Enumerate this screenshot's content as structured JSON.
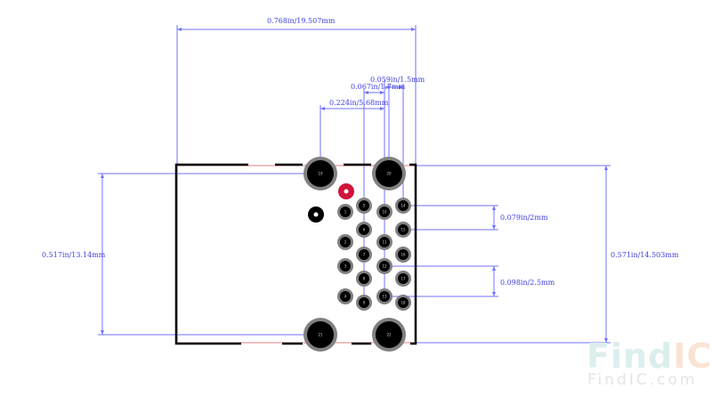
{
  "dimensions": {
    "top_width": "0.768in/19.507mm",
    "pitch_1p5": "0.059in/1.5mm",
    "pitch_1p7": "0.067in/1.7mm",
    "offset_5p68": "0.224in/5.68mm",
    "right_2mm": "0.079in/2mm",
    "right_2p5mm": "0.098in/2.5mm",
    "left_height": "0.517in/13.14mm",
    "right_height": "0.571in/14.503mm"
  },
  "pads": {
    "mount": [
      {
        "label": "19",
        "pos": "top-left"
      },
      {
        "label": "20",
        "pos": "top-right"
      },
      {
        "label": "21",
        "pos": "bottom-left"
      },
      {
        "label": "22",
        "pos": "bottom-right"
      }
    ],
    "signal": [
      "1",
      "2",
      "3",
      "4",
      "5",
      "6",
      "7",
      "8",
      "9",
      "10",
      "11",
      "12",
      "13",
      "14",
      "15",
      "16",
      "17",
      "18"
    ]
  },
  "colors": {
    "dimension": "#6060ff",
    "outline": "#000000",
    "courtyard": "#e08080",
    "pad_ring": "#808080",
    "pad_fill": "#000000",
    "pin1_marker": "#d0143c"
  },
  "watermark": {
    "logo_part1": "Find",
    "logo_part2": "IC",
    "url": "FindIC.com"
  }
}
